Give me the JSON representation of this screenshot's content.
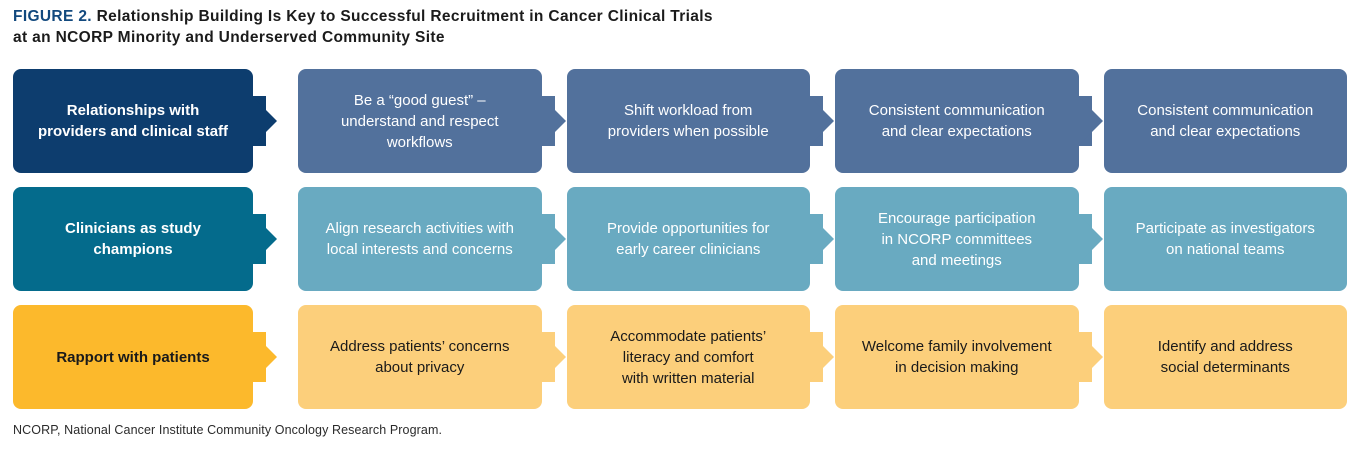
{
  "figure": {
    "label": "FIGURE 2.",
    "title": "Relationship Building Is Key to Successful Recruitment in Cancer Clinical Trials at an NCORP Minority and Underserved Community Site",
    "title_line1": "Relationship Building Is Key to Successful Recruitment in Cancer Clinical Trials",
    "title_line2": "at an NCORP Minority and Underserved Community Site",
    "footnote": "NCORP, National Cancer Institute Community Oncology Research Program."
  },
  "colors": {
    "label_blue": "#12497e",
    "row1_header": "#0d3d6e",
    "row1_body": "#52719c",
    "row2_header": "#046b8c",
    "row2_body": "#69aac1",
    "row3_header": "#fcb92c",
    "row3_body": "#fccf7b",
    "light_text": "#ffffff",
    "dark_text": "#1a1a1a",
    "page_background": "#ffffff"
  },
  "rows": [
    {
      "id": "relationships-with-providers-and-clinical-staff",
      "header": "Relationships with\nproviders and clinical staff",
      "steps": [
        "Be a “good guest” –\nunderstand and respect\nworkflows",
        "Shift workload from\nproviders when possible",
        "Consistent communication\nand clear expectations",
        "Consistent communication\nand clear expectations"
      ]
    },
    {
      "id": "clinicians-as-study-champions",
      "header": "Clinicians as study\nchampions",
      "steps": [
        "Align research activities with\nlocal interests and concerns",
        "Provide opportunities for\nearly career clinicians",
        "Encourage participation\nin NCORP committees\nand meetings",
        "Participate as investigators\non national teams"
      ]
    },
    {
      "id": "rapport-with-patients",
      "header": "Rapport with patients",
      "steps": [
        "Address patients’ concerns\nabout privacy",
        "Accommodate patients’\nliteracy and comfort\nwith written material",
        "Welcome family involvement\nin decision making",
        "Identify and address\nsocial determinants"
      ]
    }
  ]
}
